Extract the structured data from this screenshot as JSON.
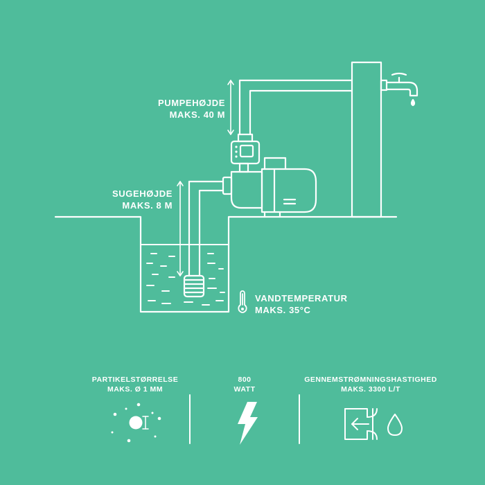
{
  "labels": {
    "pump_height": {
      "title": "PUMPEHØJDE",
      "value": "MAKS. 40 M"
    },
    "suction_height": {
      "title": "SUGEHØJDE",
      "value": "MAKS. 8 M"
    },
    "water_temp": {
      "title": "VANDTEMPERATUR",
      "value": "MAKS. 35°C"
    }
  },
  "specs": [
    {
      "title": "PARTIKELSTØRRELSE",
      "value": "MAKS. Ø 1 MM",
      "icon": "particle-size-icon"
    },
    {
      "title": "800",
      "value": "WATT",
      "icon": "lightning-bolt-icon"
    },
    {
      "title": "GENNEMSTRØMNINGSHASTIGHED",
      "value": "MAKS. 3300 L/T",
      "icon": "flow-rate-icon"
    }
  ],
  "colors": {
    "background": "#4fbc9b",
    "line": "#ffffff"
  }
}
